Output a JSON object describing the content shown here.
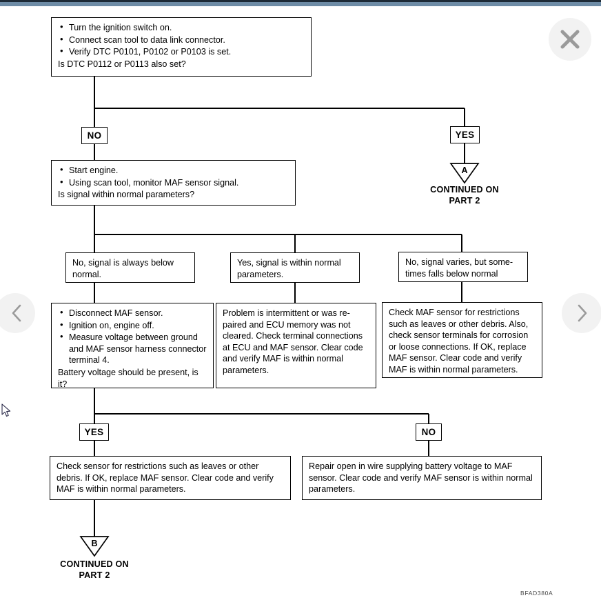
{
  "viewer": {
    "close_label": "close-icon",
    "prev_label": "previous-image",
    "next_label": "next-image"
  },
  "diagram": {
    "reference_code": "BFAD380A",
    "continued_text_line1": "CONTINUED ON",
    "continued_text_line2": "PART 2",
    "connector_a": "A",
    "connector_b": "B",
    "boxes": {
      "start": {
        "bullets": [
          "Turn the ignition switch on.",
          "Connect scan tool to data link connector.",
          "Verify DTC P0101, P0102 or P0103 is set."
        ],
        "question": "Is DTC P0112 or P0113 also set?"
      },
      "step2": {
        "bullets": [
          "Start engine.",
          "Using scan tool, monitor MAF sensor signal."
        ],
        "question": "Is signal within normal parameters?"
      },
      "result_left": "No, signal is always below normal.",
      "result_mid": "Yes, signal is within normal parameters.",
      "result_right": "No, signal varies, but some-times falls below normal",
      "action_left": {
        "bullets": [
          "Disconnect MAF sensor.",
          "Ignition on, engine off.",
          "Measure voltage between ground and MAF sensor harness connector terminal 4."
        ],
        "question": "Battery voltage should be present, is it?"
      },
      "action_mid": "Problem is intermittent or was re-paired and ECU memory was not cleared. Check terminal connections at ECU and MAF sensor. Clear code and verify MAF is within normal parameters.",
      "action_right": "Check MAF sensor for restrictions such as leaves or other debris. Also, check sensor terminals for corrosion or loose connections. If OK, replace MAF sensor. Clear code and verify MAF is within normal parameters.",
      "final_left": "Check sensor for restrictions such as leaves or other debris. If OK, replace MAF sensor. Clear code and verify MAF is within normal parameters.",
      "final_right": "Repair open in wire supplying battery voltage to MAF sensor. Clear code and verify MAF sensor is within normal parameters."
    },
    "labels": {
      "no_top": "NO",
      "yes_top": "YES",
      "yes_bottom": "YES",
      "no_bottom": "NO"
    },
    "colors": {
      "line": "#000000",
      "topbar": "#6e8ca6",
      "topbar_edge": "#1d2a36",
      "chrome_button": "#f2f2f2",
      "chrome_glyph": "#9a9a9a"
    }
  }
}
